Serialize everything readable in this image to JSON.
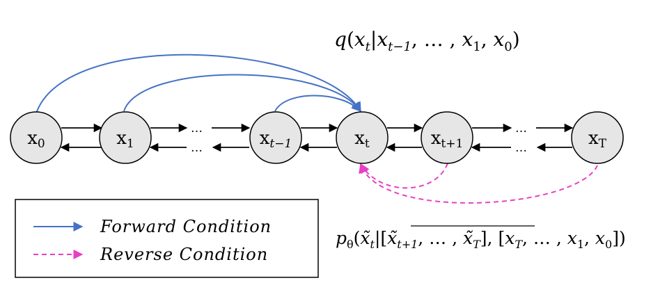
{
  "nodes": [
    {
      "id": "x0",
      "base": "x",
      "sub": "0"
    },
    {
      "id": "x1",
      "base": "x",
      "sub": "1"
    },
    {
      "id": "xtm1",
      "base": "x",
      "sub": "t−1"
    },
    {
      "id": "xt",
      "base": "x",
      "sub": "t"
    },
    {
      "id": "xtp1",
      "base": "x",
      "sub": "t+1"
    },
    {
      "id": "xT",
      "base": "x",
      "sub": "T"
    }
  ],
  "ellipsis": "…",
  "forward_formula": {
    "q": "q",
    "open": "(",
    "x": "x",
    "t": "t",
    "bar": "|",
    "tm1": "t−1",
    "mid": ", … , ",
    "one": "1",
    "comma": ", ",
    "zero": "0",
    "close": ")"
  },
  "reverse_formula": {
    "p": "p",
    "theta": "θ",
    "open": "(",
    "x": "x̃",
    "t": "t",
    "bar": "|[",
    "x2": "x̃",
    "tp1": "t+1",
    "mid": ", … , ",
    "x3": "x̃",
    "T": "T",
    "sep": "], [",
    "x4": "x",
    "T2": "T",
    "mid2": ", … , ",
    "x5": "x",
    "one": "1",
    "comma": ", ",
    "x6": "x",
    "zero": "0",
    "close": "])"
  },
  "legend": {
    "forward_label": "Forward Condition",
    "reverse_label": "Reverse Condition"
  },
  "colors": {
    "forward": "#4472c4",
    "reverse": "#e83fc5",
    "node_fill": "#e6e6e6"
  }
}
